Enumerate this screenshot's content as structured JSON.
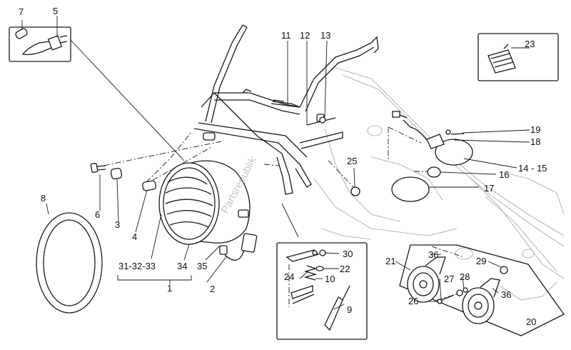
{
  "labels": {
    "l1": "1",
    "l2": "2",
    "l3": "3",
    "l4": "4",
    "l5": "5",
    "l6": "6",
    "l7": "7",
    "l8": "8",
    "l9": "9",
    "l10": "10",
    "l11": "11",
    "l12": "12",
    "l13": "13",
    "l14_15": "14 - 15",
    "l16": "16",
    "l17": "17",
    "l18": "18",
    "l19": "19",
    "l20": "20",
    "l21": "21",
    "l22": "22",
    "l23": "23",
    "l24": "24",
    "l25": "25",
    "l26": "26",
    "l27": "27",
    "l28": "28",
    "l29": "29",
    "l30": "30",
    "l31_33": "31-32-33",
    "l34": "34",
    "l35": "35",
    "l36a": "36",
    "l36b": "36"
  },
  "watermark": "Partsrepublik"
}
